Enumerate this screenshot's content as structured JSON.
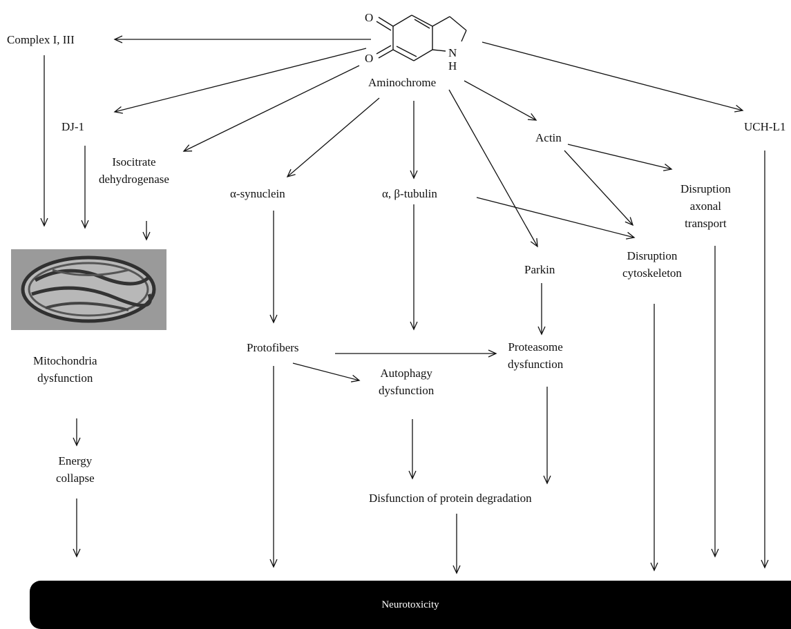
{
  "molecule": {
    "atom_o1": "O",
    "atom_o2": "O",
    "atom_n": "N",
    "atom_h": "H",
    "name": "Aminochrome"
  },
  "nodes": {
    "complex": "Complex I, III",
    "dj1": "DJ-1",
    "isocitrate": [
      "Isocitrate",
      "dehydrogenase"
    ],
    "synuclein": "α-synuclein",
    "tubulin": "α, β-tubulin",
    "actin": "Actin",
    "uchl1": "UCH-L1",
    "axonal": [
      "Disruption",
      "axonal",
      "transport"
    ],
    "parkin": "Parkin",
    "cytoskeleton": [
      "Disruption",
      "cytoskeleton"
    ],
    "mito": [
      "Mitochondria",
      "dysfunction"
    ],
    "energy": [
      "Energy",
      "collapse"
    ],
    "protofibers": "Protofibers",
    "proteasome": [
      "Proteasome",
      "dysfunction"
    ],
    "autophagy": [
      "Autophagy",
      "dysfunction"
    ],
    "degradation": "Disfunction of protein degradation",
    "neurotoxicity": "Neurotoxicity"
  },
  "image": {
    "mitochondria_photo": "mitochondria-micrograph"
  }
}
